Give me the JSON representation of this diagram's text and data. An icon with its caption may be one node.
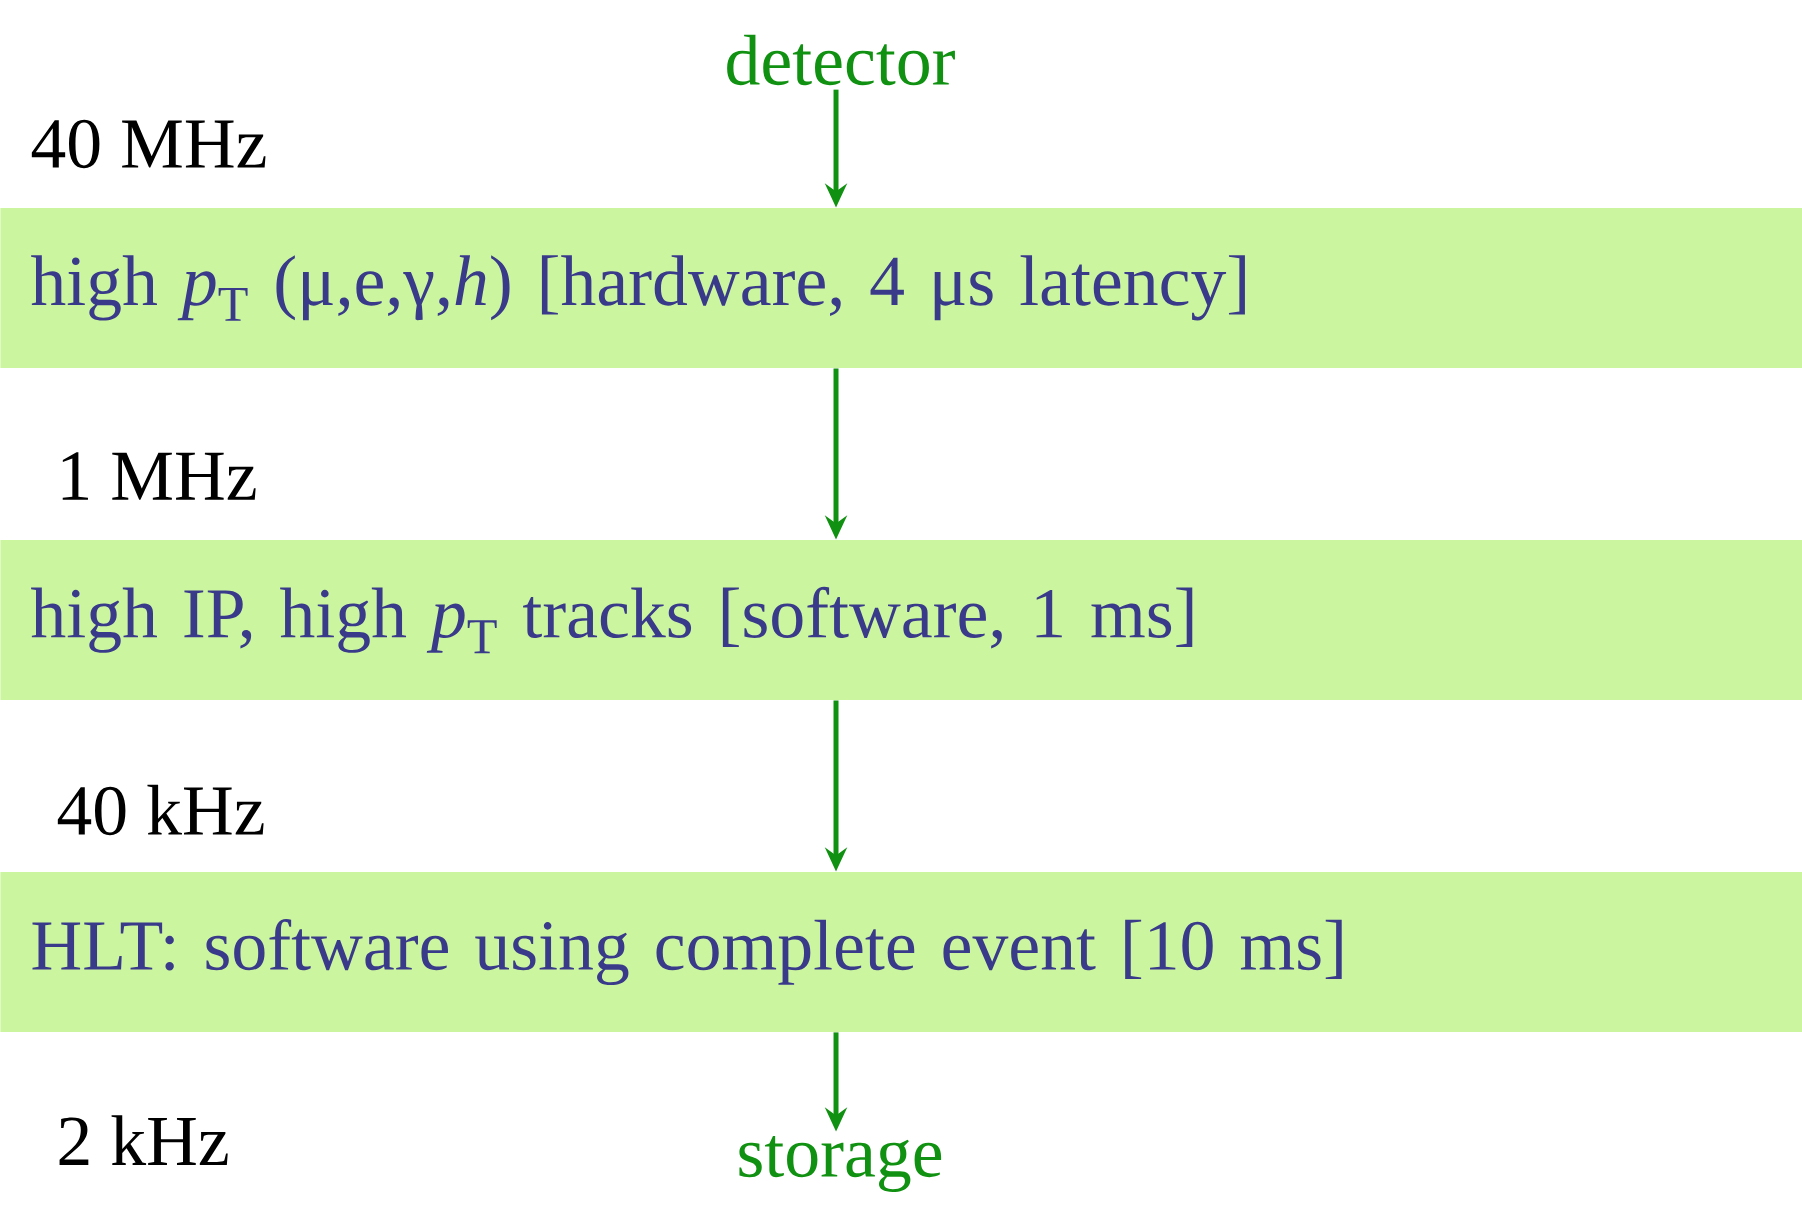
{
  "diagram": {
    "nodes": [
      {
        "text": [
          "detector"
        ]
      },
      {
        "text": [
          "high *p*$_{T}$ (μ,e,γ,*h*)  [hardware, 4 μs latency]"
        ]
      },
      {
        "text": [
          "high IP, high *p*$_{T}$ tracks  [software, 1 ms]"
        ]
      },
      {
        "text": [
          "HLT: software using complete event  [10 ms]"
        ]
      },
      {
        "text": [
          "storage"
        ]
      }
    ],
    "edges": [
      {
        "from": 0,
        "to": 1,
        "arrow": "to"
      },
      {
        "from": 1,
        "to": 2,
        "arrow": "to"
      },
      {
        "from": 2,
        "to": 3,
        "arrow": "to"
      },
      {
        "from": 3,
        "to": 4,
        "arrow": "to"
      }
    ],
    "labels": [
      "40 MHz",
      "1 MHz",
      "40 kHz",
      "2 kHz"
    ]
  }
}
